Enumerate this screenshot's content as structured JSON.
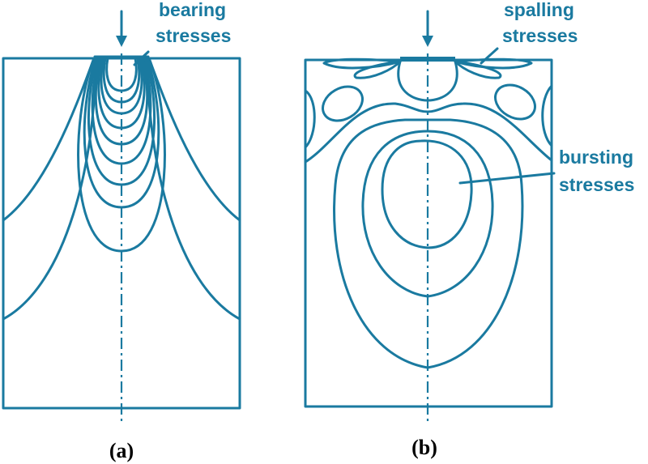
{
  "colors": {
    "ink": "#1a7aa0",
    "caption": "#000000",
    "background": "#ffffff"
  },
  "panel_a": {
    "caption": "(a)",
    "label_line1": "bearing",
    "label_line2": "stresses"
  },
  "panel_b": {
    "caption": "(b)",
    "spalling_line1": "spalling",
    "spalling_line2": "stresses",
    "bursting_line1": "bursting",
    "bursting_line2": "stresses"
  }
}
